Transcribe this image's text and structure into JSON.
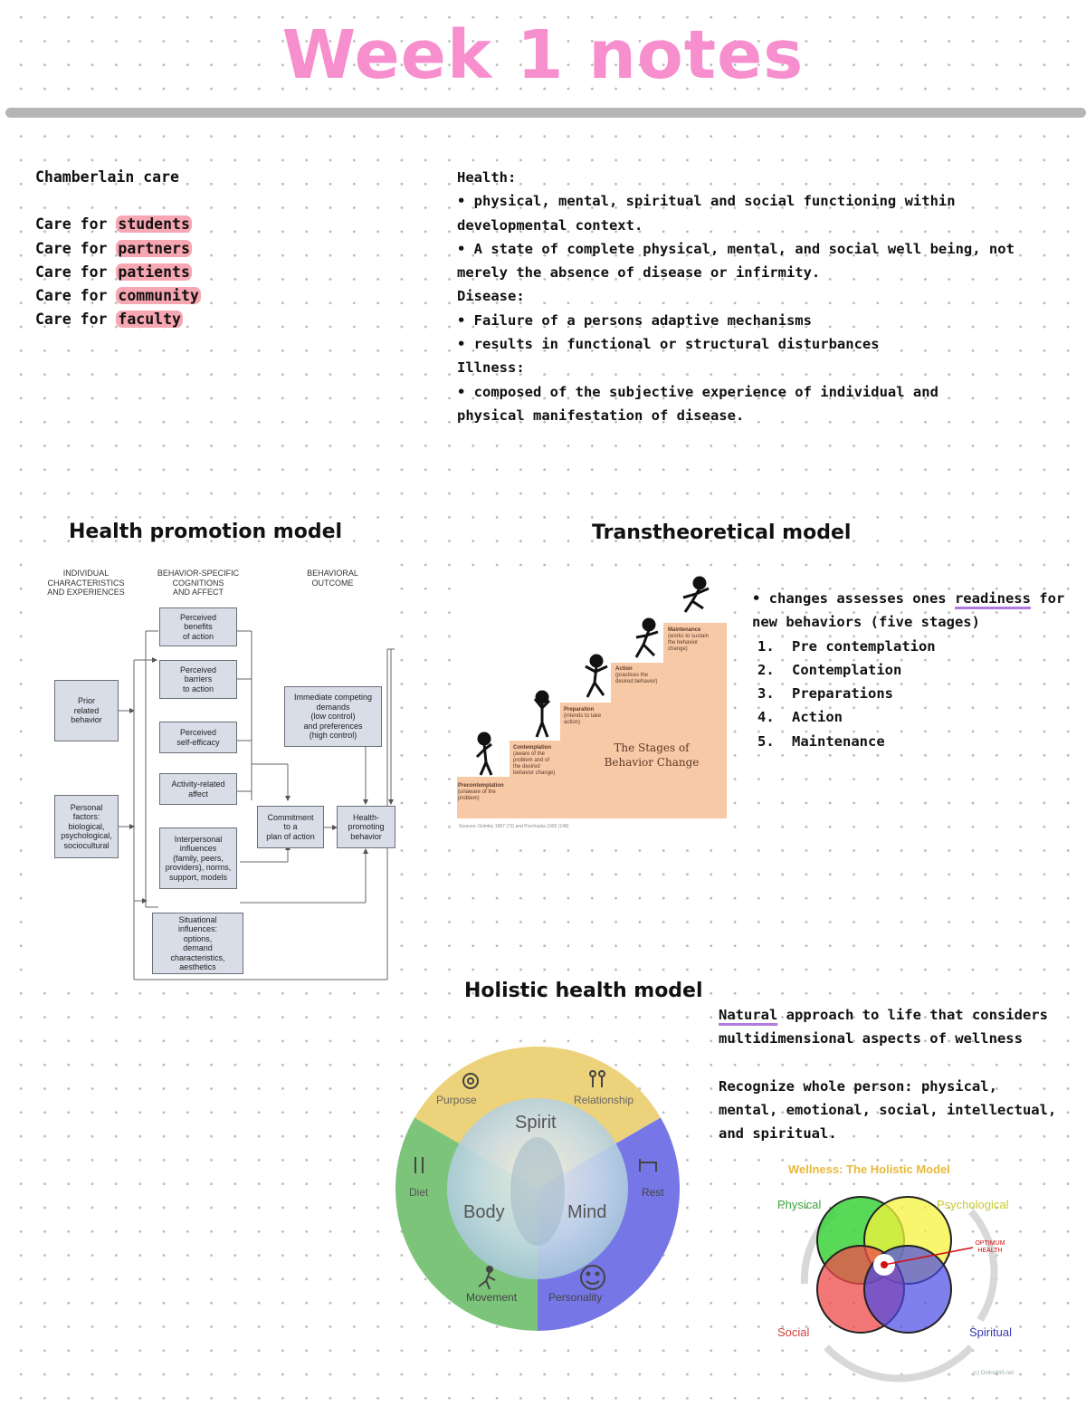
{
  "title": "Week 1 notes",
  "left_notes": {
    "heading": "Chamberlain care",
    "items": [
      {
        "prefix": "Care for ",
        "word": "students"
      },
      {
        "prefix": "Care for ",
        "word": "partners"
      },
      {
        "prefix": "Care for ",
        "word": "patients"
      },
      {
        "prefix": "Care for ",
        "word": "community"
      },
      {
        "prefix": "Care for ",
        "word": "faculty"
      }
    ]
  },
  "right_notes": [
    "Health:",
    "• physical, mental, spiritual and social functioning within",
    "developmental context.",
    "• A state of complete physical, mental, and social well being, not",
    "merely the absence of disease or infirmity.",
    "Disease:",
    "• Failure of a persons adaptive mechanisms",
    "• results in functional or structural disturbances",
    "Illness:",
    "• composed of the subjective experience of individual and",
    "physical manifestation of disease."
  ],
  "hpm": {
    "heading": "Health promotion model",
    "columns": [
      "INDIVIDUAL\nCHARACTERISTICS\nAND EXPERIENCES",
      "BEHAVIOR-SPECIFIC\nCOGNITIONS\nAND AFFECT",
      "BEHAVIORAL\nOUTCOME"
    ],
    "boxes": {
      "prior": "Prior\nrelated\nbehavior",
      "personal": "Personal\nfactors:\nbiological,\npsychological,\nsociocultural",
      "benefits": "Perceived\nbenefits\nof action",
      "barriers": "Perceived\nbarriers\nto action",
      "efficacy": "Perceived\nself-efficacy",
      "affect": "Activity-related\naffect",
      "interpersonal": "Interpersonal\ninfluences\n(family, peers,\nproviders), norms,\nsupport, models",
      "situational": "Situational\ninfluences:\noptions,\ndemand characteristics,\naesthetics",
      "competing": "Immediate competing\ndemands\n(low control)\nand preferences\n(high control)",
      "commitment": "Commitment\nto a\nplan of action",
      "health_behavior": "Health-\npromoting\nbehavior"
    }
  },
  "ttm": {
    "heading": "Transtheoretical model",
    "figure_title_1": "The Stages of",
    "figure_title_2": "Behavior Change",
    "stage_labels": [
      {
        "name": "Precontemplation",
        "desc": "(unaware of the\nproblem)"
      },
      {
        "name": "Contemplation",
        "desc": "(aware of the\nproblem and of\nthe desired\nbehavior change)"
      },
      {
        "name": "Preparation",
        "desc": "(intends to take\naction)"
      },
      {
        "name": "Action",
        "desc": "(practices the\ndesired behavior)"
      },
      {
        "name": "Maintenance",
        "desc": "(works to sustain\nthe behavior\nchange)"
      }
    ],
    "source": "Sources: Grimley 1997 (72) and Prochaska 1992 (148)",
    "intro_prefix": "• changes assesses ones ",
    "intro_underlined": "readiness",
    "intro_suffix": " for",
    "intro_line2": "new behaviors (five stages)",
    "stages": [
      "Pre contemplation",
      "Contemplation",
      "Preparations",
      "Action",
      "Maintenance"
    ]
  },
  "holistic": {
    "heading": "Holistic health model",
    "natural": "Natural",
    "line1_rest": " approach to life that considers",
    "line2": "multidimensional aspects of wellness",
    "line3": "Recognize whole person: physical,",
    "line4": "mental, emotional, social, intellectual,",
    "line5": "and spiritual.",
    "wheel": {
      "center_top": "Spirit",
      "center_left": "Body",
      "center_right": "Mind",
      "outer": [
        "Purpose",
        "Relationship",
        "Diet",
        "Rest",
        "Movement",
        "Personality"
      ],
      "colors": {
        "yellow": "#ecd27a",
        "green": "#7cc47a",
        "blue": "#7676e6"
      }
    },
    "venn": {
      "title": "Wellness: The Holistic Model",
      "labels": [
        "Physical",
        "Psychological",
        "Social",
        "Spiritual"
      ],
      "optimum": "OPTIMUM\nHEALTH",
      "credit": "(c) OnlineMS.net",
      "colors": {
        "green": "#3bd23b",
        "yellow": "#f4f33c",
        "red": "#f04a4a",
        "blue": "#4848e6",
        "title": "#e8b93a"
      }
    }
  }
}
